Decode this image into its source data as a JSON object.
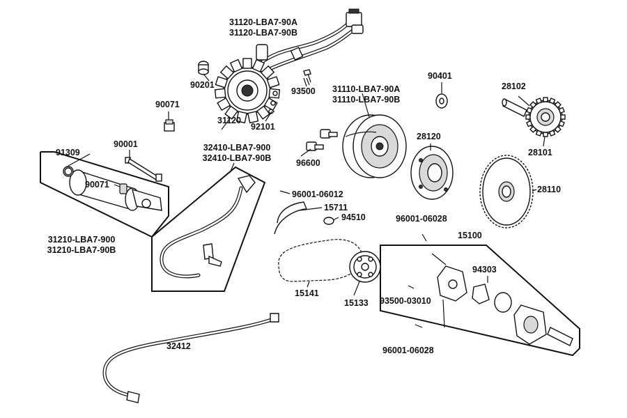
{
  "labels": {
    "stator_a": "31120-LBA7-90A",
    "stator_b": "31120-LBA7-90B",
    "p90201": "90201",
    "p31120": "31120",
    "p92101": "92101",
    "p93500": "93500",
    "flywheel_a": "31110-LBA7-90A",
    "flywheel_b": "31110-LBA7-90B",
    "p90401": "90401",
    "p28102": "28102",
    "p28101": "28101",
    "p28120": "28120",
    "p28110": "28110",
    "p90071_top": "90071",
    "p90001": "90001",
    "p91309": "91309",
    "p90071_motor": "90071",
    "motor_a": "31210-LBA7-900",
    "motor_b": "31210-LBA7-90B",
    "cable_a": "32410-LBA7-900",
    "cable_b": "32410-LBA7-90B",
    "p96600": "96600",
    "p96001_06012": "96001-06012",
    "p15711": "15711",
    "p94510": "94510",
    "p96001_06028_top": "96001-06028",
    "p15100": "15100",
    "p94303": "94303",
    "p93500_03010": "93500-03010",
    "p96001_06028_bottom": "96001-06028",
    "p15141": "15141",
    "p15133": "15133",
    "p32412": "32412"
  }
}
